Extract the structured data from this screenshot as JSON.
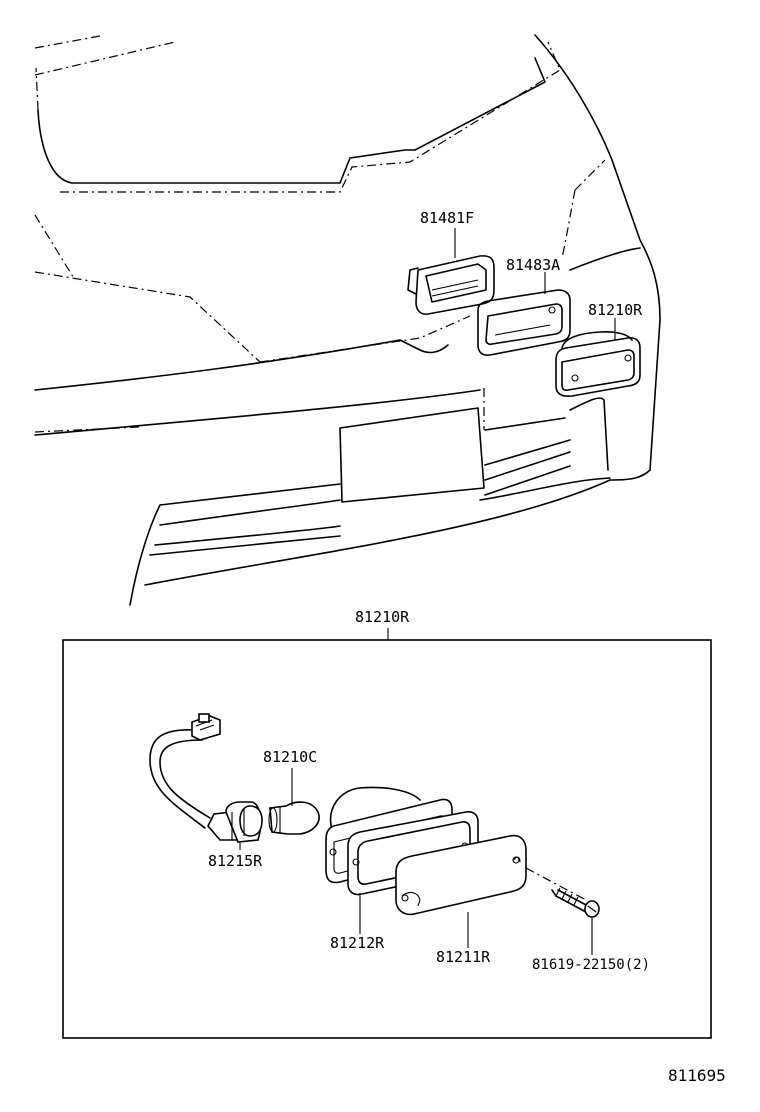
{
  "callouts": {
    "reflector_upper": "81481F",
    "reflector_gasket": "81483A",
    "side_lamp_top": "81210R",
    "assembly_title": "81210R",
    "bulb": "81210C",
    "socket": "81215R",
    "gasket": "81212R",
    "lens": "81211R",
    "screw": "81619-22150(2)"
  },
  "diagram_code": "811695"
}
